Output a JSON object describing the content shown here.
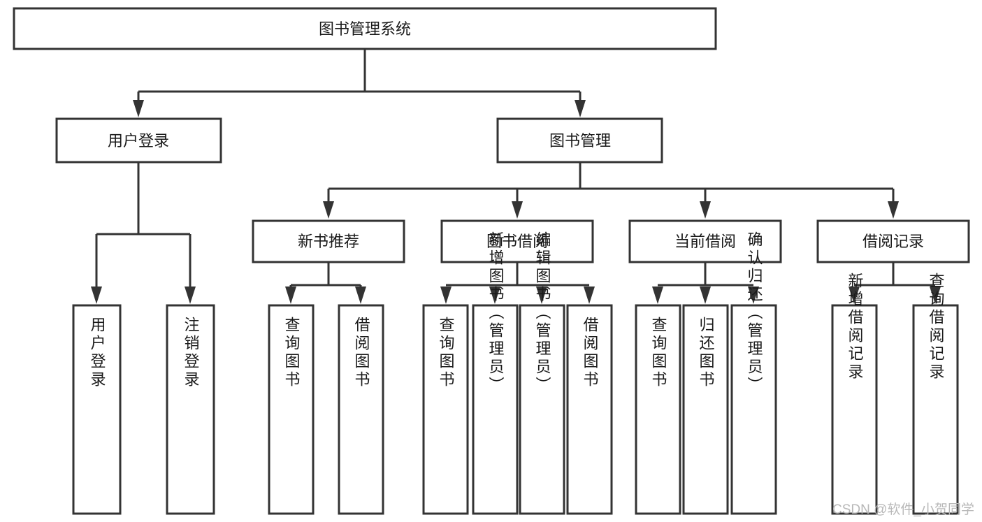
{
  "diagram": {
    "title": "图书管理系统",
    "type": "hierarchy-tree",
    "root": {
      "id": "root",
      "label": "图书管理系统",
      "orientation": "horizontal"
    },
    "level2": [
      {
        "id": "user-login",
        "label": "用户登录",
        "orientation": "horizontal"
      },
      {
        "id": "book-management",
        "label": "图书管理",
        "orientation": "horizontal"
      }
    ],
    "level3": [
      {
        "id": "new-book-recommend",
        "label": "新书推荐",
        "orientation": "horizontal",
        "parent": "book-management"
      },
      {
        "id": "book-borrow",
        "label": "图书借阅",
        "orientation": "horizontal",
        "parent": "book-management"
      },
      {
        "id": "current-borrow",
        "label": "当前借阅",
        "orientation": "horizontal",
        "parent": "book-management"
      },
      {
        "id": "borrow-record",
        "label": "借阅记录",
        "orientation": "horizontal",
        "parent": "book-management"
      }
    ],
    "leaves": [
      {
        "id": "leaf-user-login",
        "label": "用户登录",
        "orientation": "vertical",
        "parent": "user-login"
      },
      {
        "id": "leaf-user-logout",
        "label": "注销登录",
        "orientation": "vertical",
        "parent": "user-login"
      },
      {
        "id": "leaf-query-book-1",
        "label": "查询图书",
        "orientation": "vertical",
        "parent": "new-book-recommend"
      },
      {
        "id": "leaf-borrow-book-1",
        "label": "借阅图书",
        "orientation": "vertical",
        "parent": "new-book-recommend"
      },
      {
        "id": "leaf-query-book-2",
        "label": "查询图书",
        "orientation": "vertical",
        "parent": "book-borrow"
      },
      {
        "id": "leaf-add-book",
        "label": "新增图书（管理员）",
        "orientation": "vertical",
        "parent": "book-borrow"
      },
      {
        "id": "leaf-edit-book",
        "label": "编辑图书（管理员）",
        "orientation": "vertical",
        "parent": "book-borrow"
      },
      {
        "id": "leaf-borrow-book-2",
        "label": "借阅图书",
        "orientation": "vertical",
        "parent": "book-borrow"
      },
      {
        "id": "leaf-query-book-3",
        "label": "查询图书",
        "orientation": "vertical",
        "parent": "current-borrow"
      },
      {
        "id": "leaf-return-book",
        "label": "归还图书",
        "orientation": "vertical",
        "parent": "current-borrow"
      },
      {
        "id": "leaf-confirm-return",
        "label": "确认归还（管理员）",
        "orientation": "vertical",
        "parent": "current-borrow"
      },
      {
        "id": "leaf-add-record",
        "label": "新增借阅记录",
        "orientation": "vertical",
        "parent": "borrow-record"
      },
      {
        "id": "leaf-query-record",
        "label": "查询借阅记录",
        "orientation": "vertical",
        "parent": "borrow-record"
      }
    ],
    "colors": {
      "box_fill": "#ffffff",
      "box_stroke": "#333333",
      "text": "#1a1a1a",
      "background": "#ffffff",
      "watermark": "#b8b8b8"
    }
  },
  "watermark": {
    "text": "CSDN @软件_小贺同学"
  }
}
